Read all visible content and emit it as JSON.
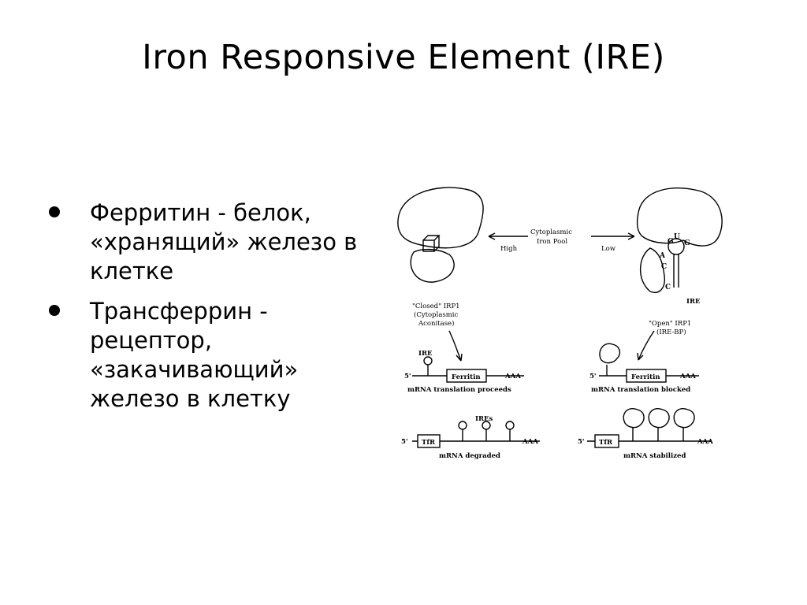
{
  "title": "Iron Responsive Element (IRE)",
  "bullets": [
    "Ферритин - белок, «хранящий» железо в клетке",
    "Трансферрин - рецептор, «закачивающий» железо в клетку"
  ],
  "diagram": {
    "pool_line1": "Cytoplasmic",
    "pool_line2": "Iron Pool",
    "high": "High",
    "low": "Low",
    "closed_line1": "\"Closed\" IRP1",
    "closed_line2": "(Cytoplasmic",
    "closed_line3": "Aconitase)",
    "open_line1": "\"Open\" IRP1",
    "open_line2": "(IRE-BP)",
    "ire": "IRE",
    "ires": "IREs",
    "five_prime": "5'",
    "ferritin": "Ferritin",
    "tfr": "TfR",
    "aaa": "AAA",
    "translation_proceeds": "mRNA translation proceeds",
    "translation_blocked": "mRNA translation blocked",
    "degraded": "mRNA degraded",
    "stabilized": "mRNA stabilized",
    "nuc_g1": "G",
    "nuc_u": "U",
    "nuc_g2": "G",
    "nuc_a": "A",
    "nuc_c1": "C",
    "nuc_c2": "C"
  }
}
